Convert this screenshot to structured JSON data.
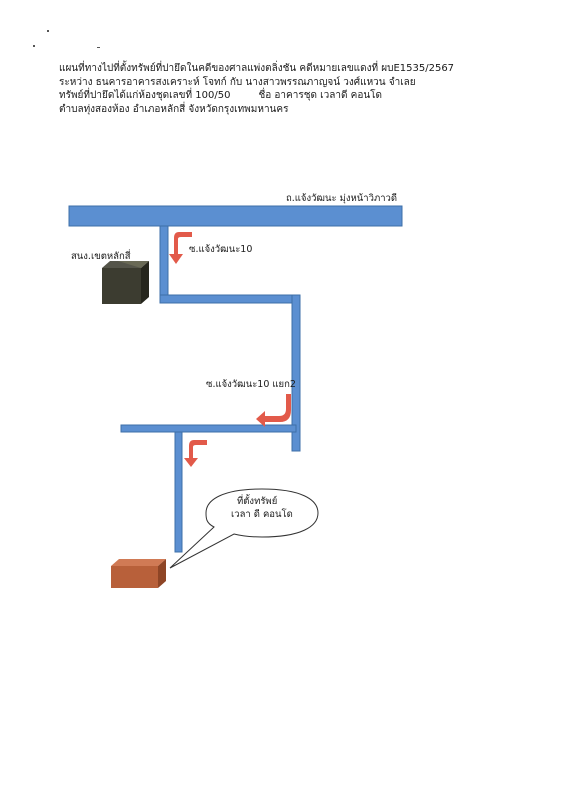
{
  "header": {
    "line1": "แผนที่ทางไปที่ตั้งทรัพย์ที่ปายึดในคดีของศาลแพ่งตลิ่งชัน คดีหมายเลขแดงที่ ผบE1535/2567",
    "line2": "ระหว่าง ธนคารอาคารสงเคราะห์ โจทก์ กับ นางสาวพรรณภาญจน์  วงศ์แหวน จำเลย",
    "line3_left": "ทรัพย์ที่ปายึดได้แก่ห้องชุดเลขที่ 100/50",
    "line3_right": "ชื่อ อาคารชุด เวลาดี คอนโด",
    "line4": "ตำบลทุ่งสองห้อง  อำเภอหลักสี่ จังหวัดกรุงเทพมหานคร"
  },
  "map": {
    "main_road_label": "ถ.แจ้งวัฒนะ มุ่งหน้าวิภาวดี",
    "soi_label": "ซ.แจ้งวัฒนะ10",
    "branch_label": "ซ.แจ้งวัฒนะ10 แยก2",
    "landmark_label": "สนง.เขตหลักสี่",
    "property_callout_line1": "ที่ตั้งทรัพย์",
    "property_callout_line2": "เวลา ดี คอนโด"
  },
  "colors": {
    "road": "#5b8fd1",
    "road_outline": "#3e6fa8",
    "arrow": "#e25a4a",
    "landmark_box": "#3c3c30",
    "property_box": "#b8603a"
  }
}
